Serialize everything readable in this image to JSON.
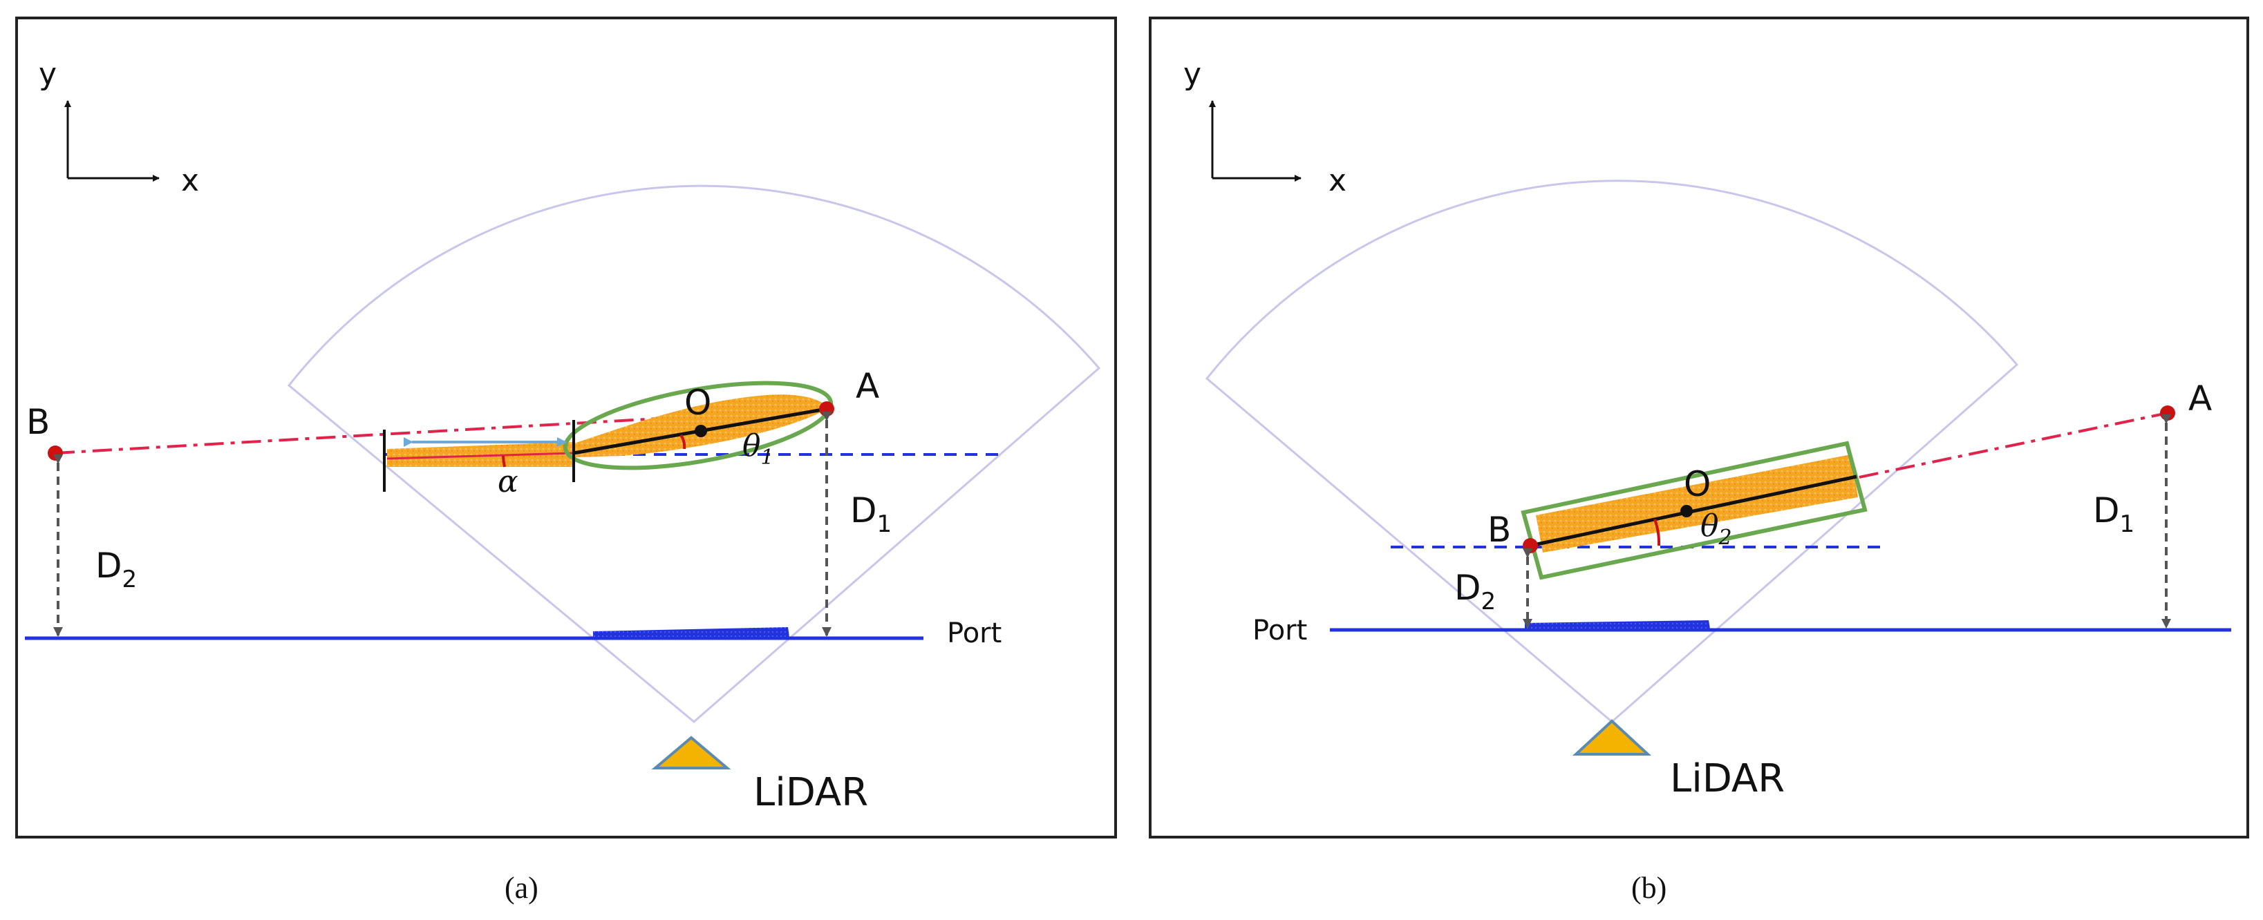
{
  "panel_a": {
    "caption": "(a)",
    "axis_y": "y",
    "axis_x": "x",
    "point_a": "A",
    "point_b": "B",
    "point_o": "O",
    "theta": "θ",
    "theta_sub": "1",
    "alpha": "α",
    "d1": "D",
    "d1_sub": "1",
    "d2": "D",
    "d2_sub": "2",
    "port": "Port",
    "lidar": "LiDAR"
  },
  "panel_b": {
    "caption": "(b)",
    "axis_y": "y",
    "axis_x": "x",
    "point_a": "A",
    "point_b": "B",
    "point_o": "O",
    "theta": "θ",
    "theta_sub": "2",
    "d1": "D",
    "d1_sub": "1",
    "d2": "D",
    "d2_sub": "2",
    "port": "Port",
    "lidar": "LiDAR"
  },
  "colors": {
    "fan": "#c9c6ec",
    "port_line": "#2233dd",
    "dashed_ref": "#2233dd",
    "red_dashdot": "#e0234a",
    "point": "#cc1111",
    "cloud": "#f5a623",
    "fit_shape": "#6aa84f",
    "lidar_fill": "#f5b301",
    "lidar_edge": "#5b8bb0",
    "measure": "#555555",
    "alpha_arrow": "#6fa8dc"
  }
}
